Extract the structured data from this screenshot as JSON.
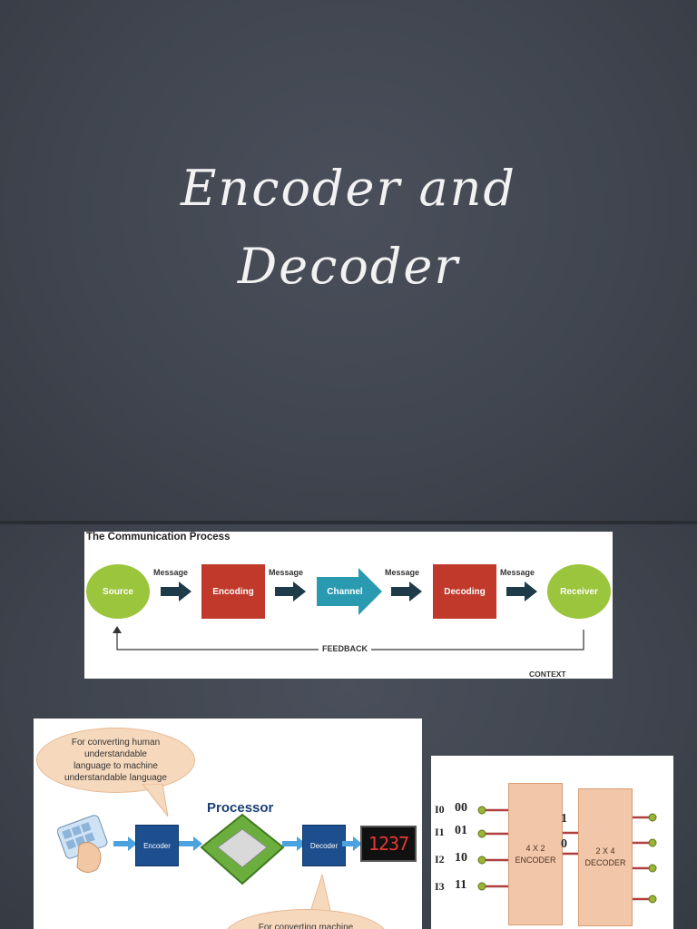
{
  "slide1": {
    "title_line1": "Encoder and",
    "title_line2": "Decoder"
  },
  "comm": {
    "title": "The Communication Process",
    "source": "Source",
    "encoding": "Encoding",
    "channel": "Channel",
    "decoding": "Decoding",
    "receiver": "Receiver",
    "message": "Message",
    "feedback": "FEEDBACK",
    "context": "CONTEXT",
    "colors": {
      "green": "#9bc53d",
      "red": "#c0392b",
      "teal": "#2a9ab1",
      "dark_arrow": "#1e3b4a"
    }
  },
  "processor": {
    "bubble_line1": "For converting human",
    "bubble_line2": "understandable",
    "bubble_line3": "language to machine",
    "bubble_line4": "understandable language",
    "encoder": "Encoder",
    "decoder": "Decoder",
    "label": "Processor",
    "display": "1237",
    "bubble2_line1": "For converting machine"
  },
  "ed": {
    "inputs": [
      {
        "label": "I0",
        "bits": "00"
      },
      {
        "label": "I1",
        "bits": "01"
      },
      {
        "label": "I2",
        "bits": "10"
      },
      {
        "label": "I3",
        "bits": "11"
      }
    ],
    "encoder_line1": "4 X 2",
    "encoder_line2": "ENCODER",
    "decoder_line1": "2 X 4",
    "decoder_line2": "DECODER",
    "out_bit1": "1",
    "out_bit2": "0"
  }
}
